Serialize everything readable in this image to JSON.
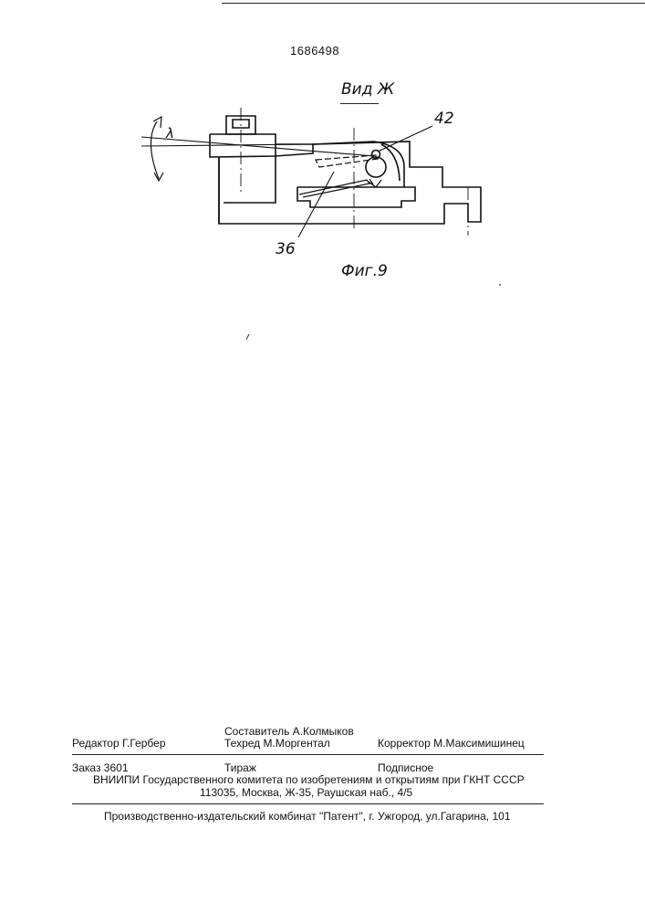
{
  "document": {
    "patent_number": "1686498"
  },
  "figure": {
    "view_label": "Вид Ж",
    "figure_label": "Фиг.9",
    "angle_symbol": "λ",
    "callouts": [
      "42",
      "36"
    ]
  },
  "imprint": {
    "composer": "Составитель А.Колмыков",
    "editor": "Редактор Г.Гербер",
    "techred": "Техред М.Моргентал",
    "corrector": "Корректор М.Максимишинец",
    "order": "Заказ 3601",
    "circulation": "Тираж",
    "subscription": "Подписное",
    "institute": "ВНИИПИ Государственного комитета по изобретениям и открытиям при ГКНТ СССР",
    "address": "113035, Москва, Ж-35, Раушская наб., 4/5",
    "printer": "Производственно-издательский комбинат \"Патент\", г. Ужгород, ул.Гагарина, 101"
  }
}
